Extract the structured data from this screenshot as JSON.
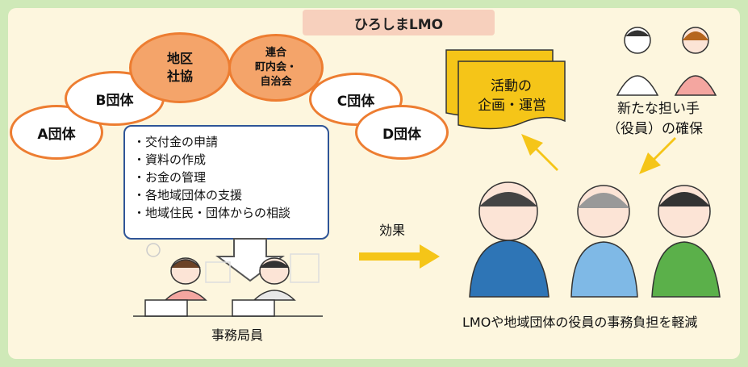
{
  "title": "ひろしまLMO",
  "groups": {
    "a": "A団体",
    "b": "B団体",
    "c": "C団体",
    "d": "D団体",
    "chiku": [
      "地区",
      "社協"
    ],
    "rengo": [
      "連合",
      "町内会・",
      "自治会"
    ]
  },
  "tasks": [
    "・交付金の申請",
    "・資料の作成",
    "・お金の管理",
    "・各地域団体の支援",
    "・地域住民・団体からの相談"
  ],
  "activity": [
    "活動の",
    "企画・運営"
  ],
  "new_people": [
    "新たな担い手",
    "（役員）の確保"
  ],
  "effect_label": "効果",
  "staff_label": "事務局員",
  "result_label": "LMOや地域団体の役員の事務負担を軽減",
  "colors": {
    "background": "#cfe9b8",
    "panel": "#fdf6de",
    "accent": "#ed7d31",
    "arrow": "#f5c518",
    "box_border": "#2f5597"
  }
}
